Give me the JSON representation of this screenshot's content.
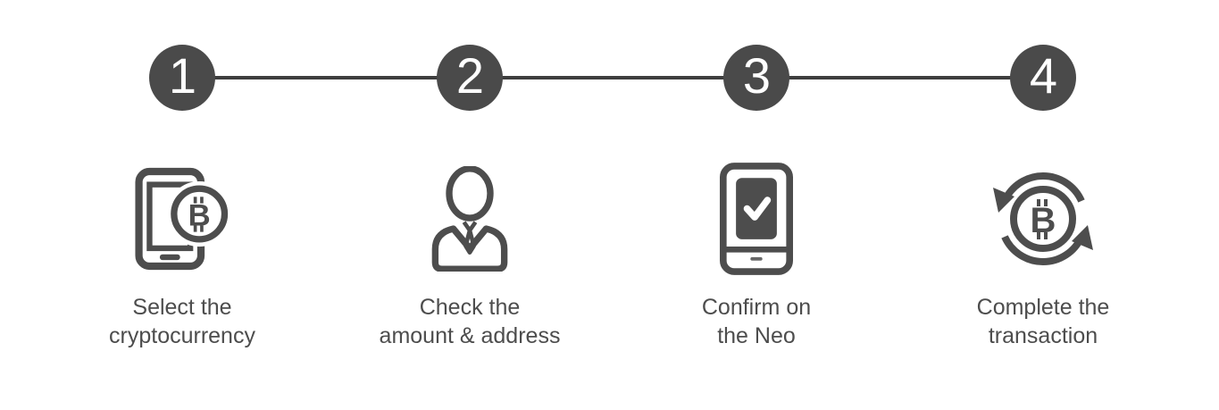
{
  "colors": {
    "background": "#ffffff",
    "circle-fill": "#4a4a4a",
    "connector-line": "#3e3e3e",
    "icon": "#4d4d4d",
    "label-text": "#4d4d4d",
    "step-number": "#ffffff",
    "check-mark": "#ffffff"
  },
  "steps": [
    {
      "number": "1",
      "icon": "phone-bitcoin-icon",
      "label": "Select the cryptocurrency",
      "label_lines": [
        "Select the",
        "cryptocurrency"
      ]
    },
    {
      "number": "2",
      "icon": "person-icon",
      "label": "Check the amount & address",
      "label_lines": [
        "Check the",
        "amount & address"
      ]
    },
    {
      "number": "3",
      "icon": "device-check-icon",
      "label": "Confirm on the Neo",
      "label_lines": [
        "Confirm on",
        "the Neo"
      ]
    },
    {
      "number": "4",
      "icon": "bitcoin-cycle-icon",
      "label": "Complete the transaction",
      "label_lines": [
        "Complete the",
        "transaction"
      ]
    }
  ]
}
